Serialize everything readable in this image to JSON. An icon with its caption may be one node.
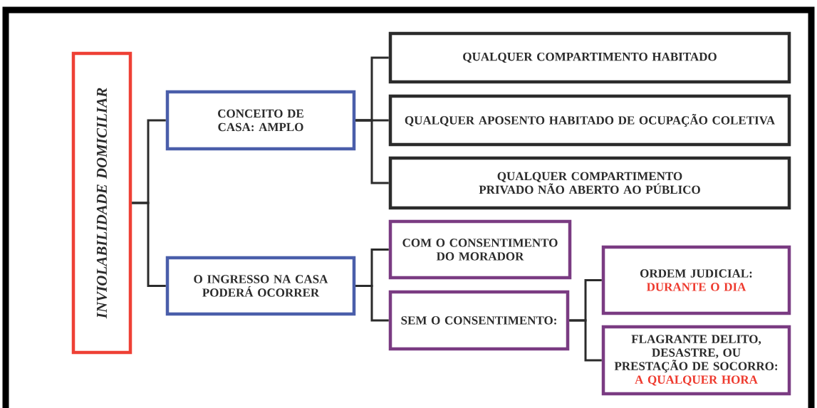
{
  "diagram": {
    "nodes": [
      {
        "text": [
          "INVIOLABILIDADE DOMICILIAR"
        ]
      },
      {
        "text": [
          "CONCEITO DE CASA: AMPLO"
        ]
      },
      {
        "text": [
          "O INGRESSO NA CASA PODERÁ OCORRER"
        ]
      },
      {
        "text": [
          "QUALQUER COMPARTIMENTO HABITADO"
        ]
      },
      {
        "text": [
          "QUALQUER APOSENTO HABITADO DE OCUPAÇÃO COLETIVA"
        ]
      },
      {
        "text": [
          "QUALQUER COMPARTIMENTO PRIVADO NÃO ABERTO AO PÚBLICO"
        ]
      },
      {
        "text": [
          "COM O CONSENTIMENTO DO MORADOR"
        ]
      },
      {
        "text": [
          "SEM O CONSENTIMENTO:"
        ]
      },
      {
        "text": [
          "ORDEM JUDICIAL:",
          "DURANTE O DIA"
        ]
      },
      {
        "text": [
          "FLAGRANTE DELITO, DESASTRE, OU PRESTAÇÃO DE SOCORRO:",
          "A QUALQUER HORA"
        ]
      }
    ],
    "edges": [
      {
        "from": 0,
        "to": 1,
        "arrow": "none"
      },
      {
        "from": 0,
        "to": 2,
        "arrow": "none"
      },
      {
        "from": 1,
        "to": 3,
        "arrow": "none"
      },
      {
        "from": 1,
        "to": 4,
        "arrow": "none"
      },
      {
        "from": 1,
        "to": 5,
        "arrow": "none"
      },
      {
        "from": 2,
        "to": 6,
        "arrow": "none"
      },
      {
        "from": 2,
        "to": 7,
        "arrow": "none"
      },
      {
        "from": 7,
        "to": 8,
        "arrow": "none"
      },
      {
        "from": 7,
        "to": 9,
        "arrow": "none"
      }
    ]
  }
}
